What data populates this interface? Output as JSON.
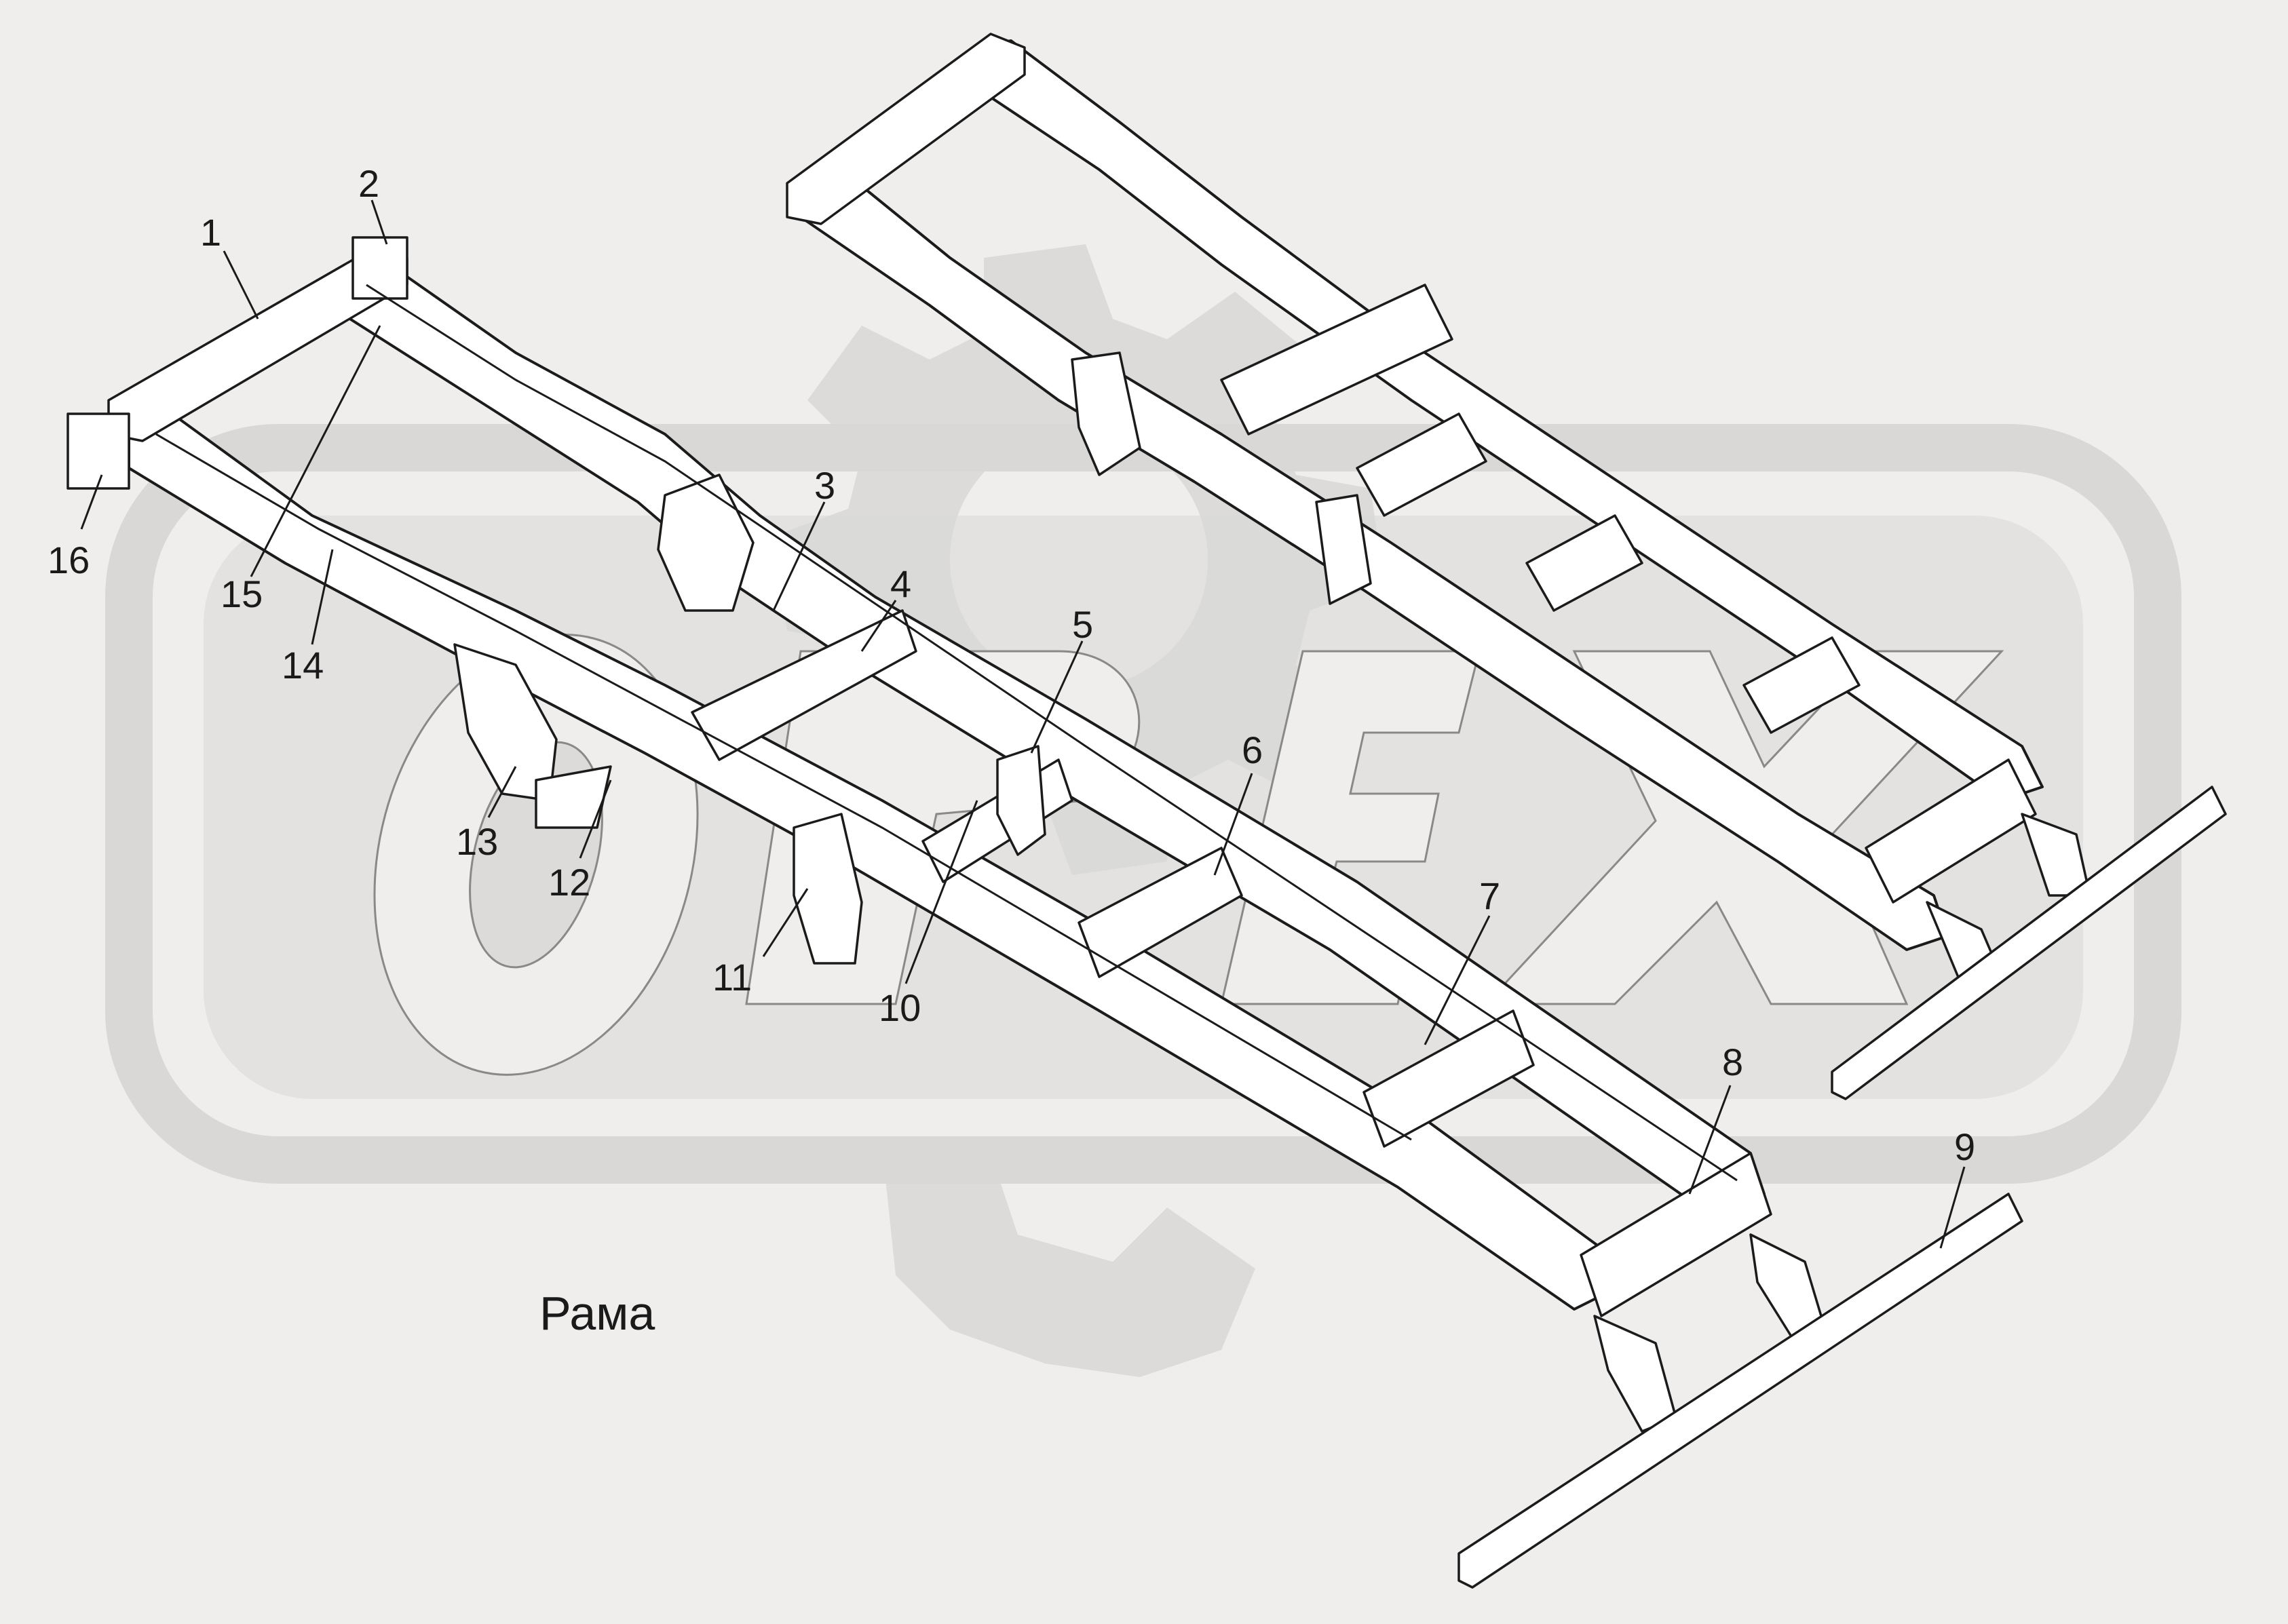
{
  "title": "Рама",
  "watermark": {
    "text": "OPEX",
    "color": "#d9d8d7"
  },
  "colors": {
    "background": "#efeeed",
    "line": "#1b1b1b",
    "part_fill": "#ffffff"
  },
  "callouts": [
    {
      "id": "1",
      "label": "1"
    },
    {
      "id": "2",
      "label": "2"
    },
    {
      "id": "3",
      "label": "3"
    },
    {
      "id": "4",
      "label": "4"
    },
    {
      "id": "5",
      "label": "5"
    },
    {
      "id": "6",
      "label": "6"
    },
    {
      "id": "7",
      "label": "7"
    },
    {
      "id": "8",
      "label": "8"
    },
    {
      "id": "9",
      "label": "9"
    },
    {
      "id": "10",
      "label": "10"
    },
    {
      "id": "11",
      "label": "11"
    },
    {
      "id": "12",
      "label": "12"
    },
    {
      "id": "13",
      "label": "13"
    },
    {
      "id": "14",
      "label": "14"
    },
    {
      "id": "15",
      "label": "15"
    },
    {
      "id": "16",
      "label": "16"
    }
  ]
}
